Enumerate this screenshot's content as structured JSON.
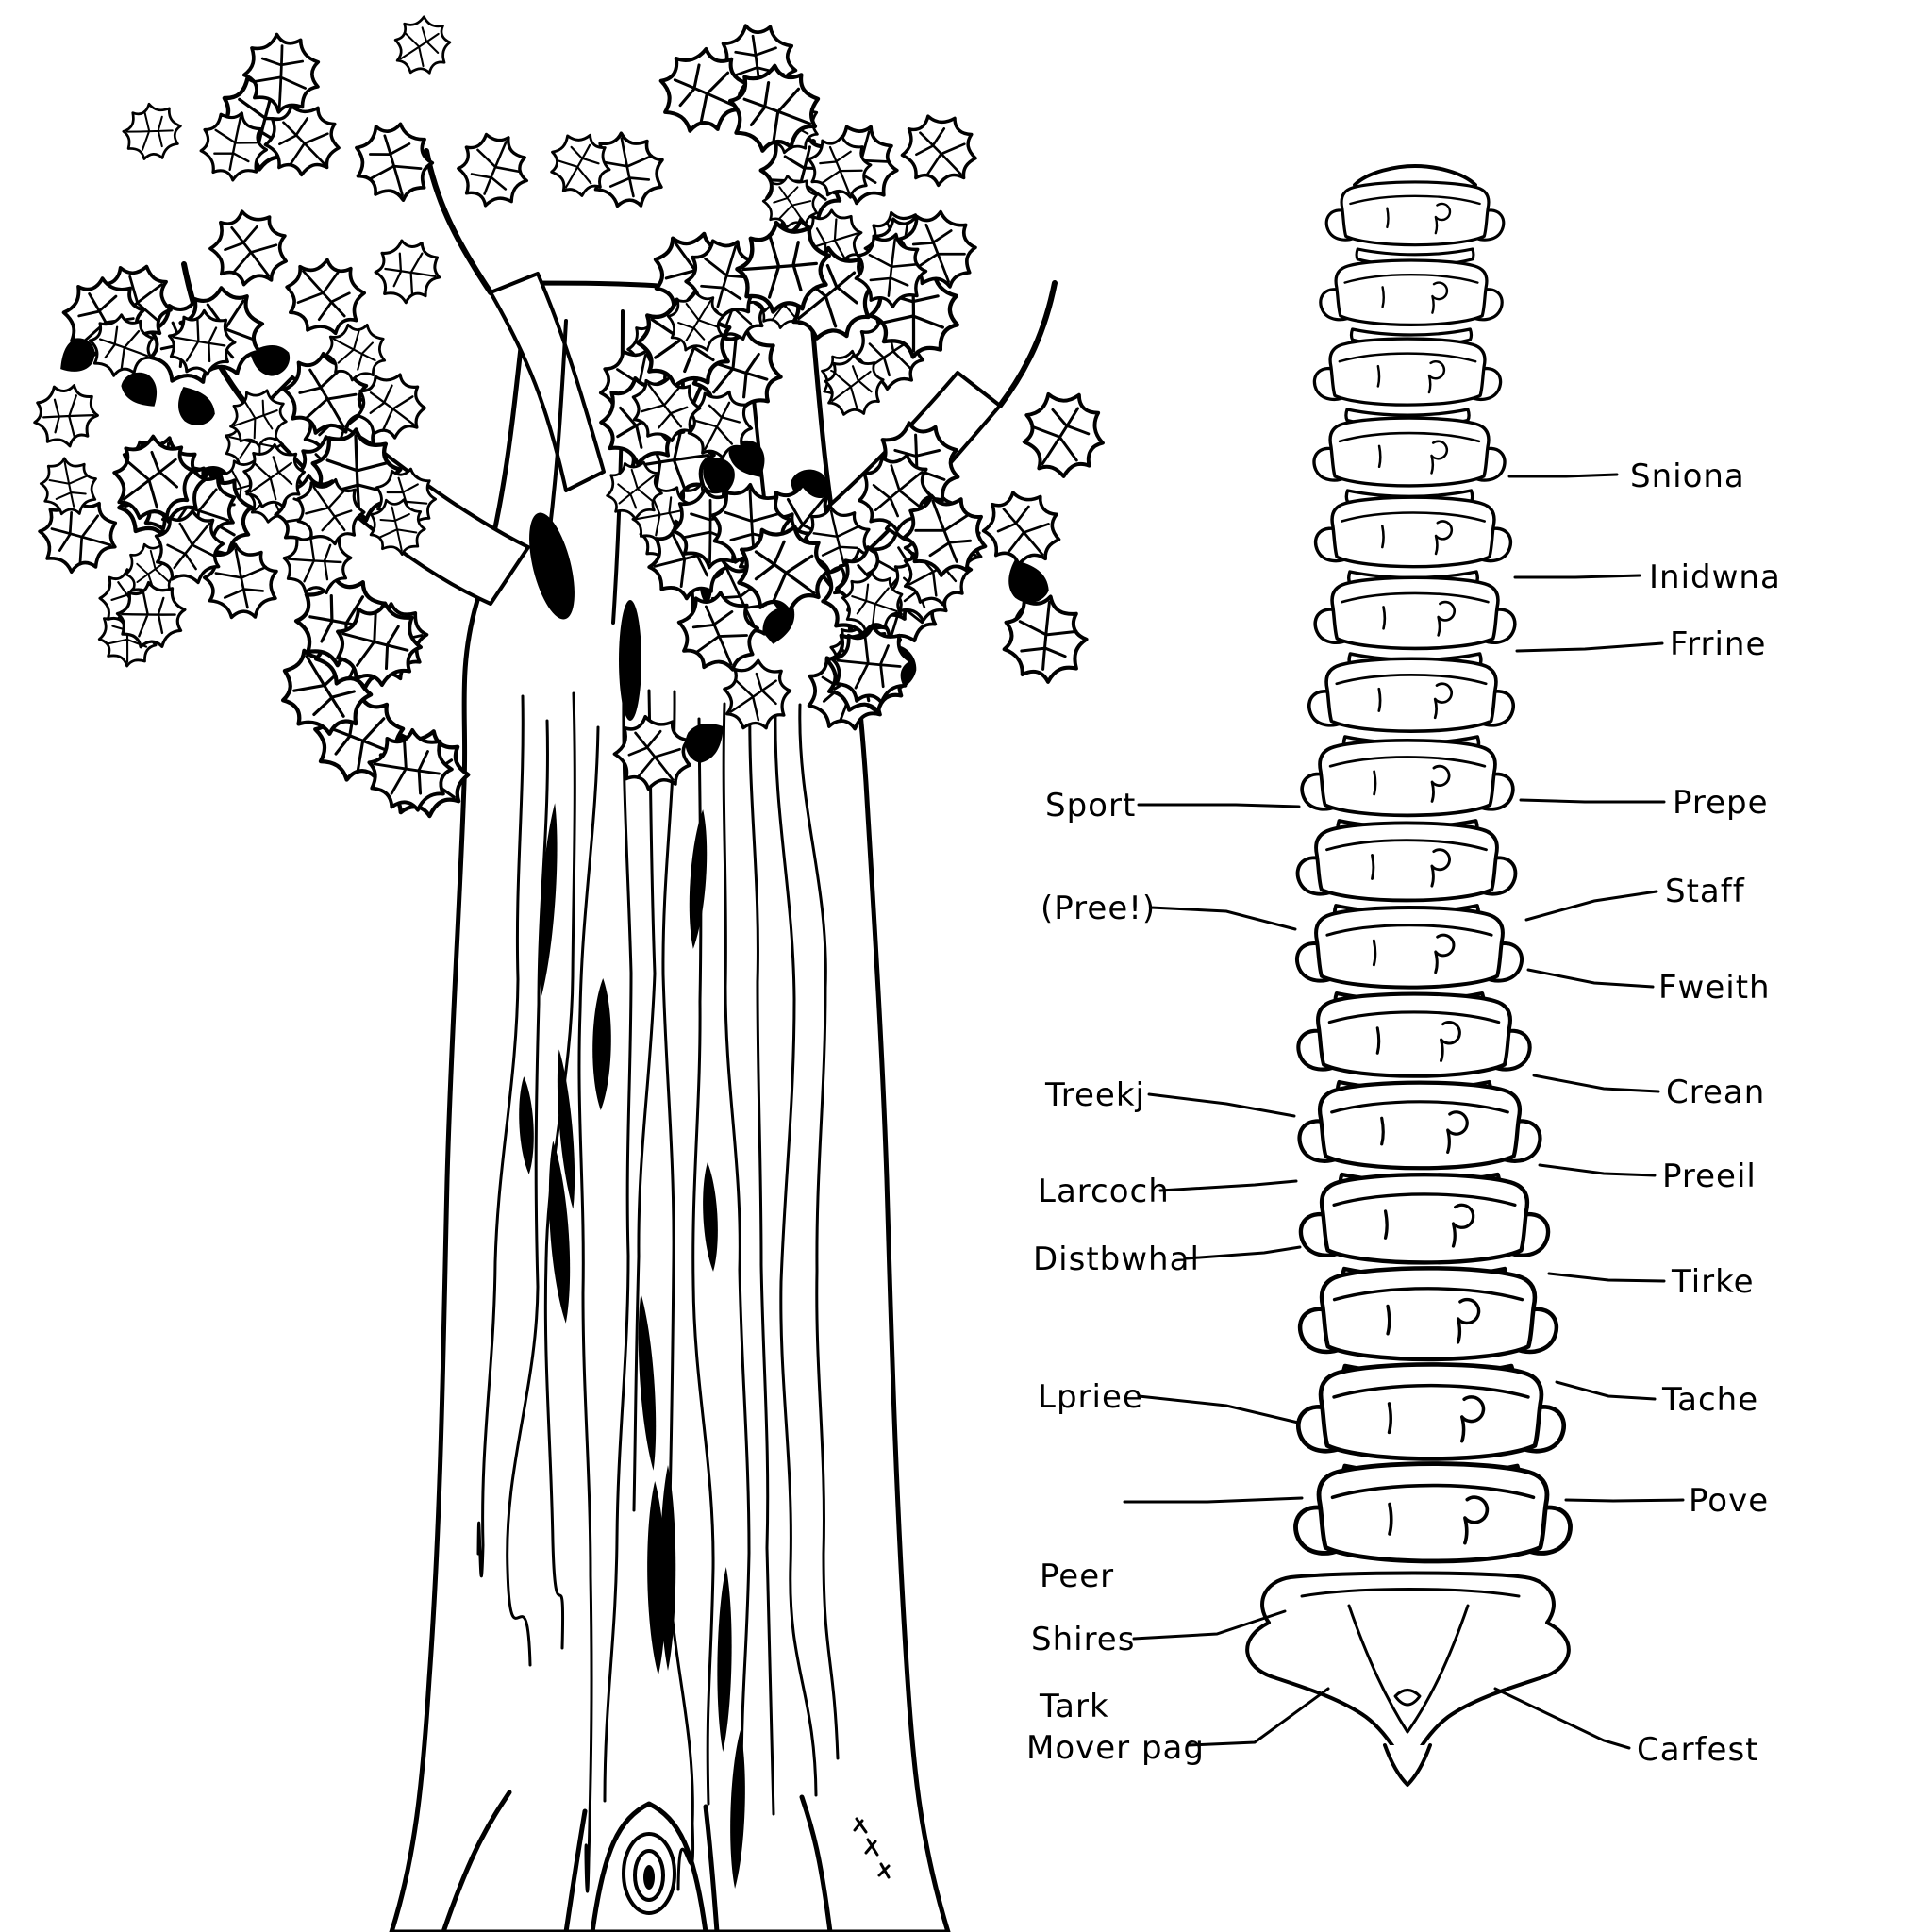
{
  "figure": {
    "description": "Black and white line-art page: large leafy tree on the left, labeled vertebral column diagram on the right",
    "colors": {
      "ink": "#000000",
      "background": "#ffffff"
    }
  },
  "labels": {
    "right": [
      {
        "text": "Sniona"
      },
      {
        "text": "Inidwna"
      },
      {
        "text": "Frrine"
      },
      {
        "text": "Prepe"
      },
      {
        "text": "Staff"
      },
      {
        "text": "Fweith"
      },
      {
        "text": "Crean"
      },
      {
        "text": "Preeil"
      },
      {
        "text": "Tirke"
      },
      {
        "text": "Tache"
      },
      {
        "text": "Pove"
      },
      {
        "text": "Carfest"
      }
    ],
    "left": [
      {
        "text": "Sport"
      },
      {
        "text": "(Pree!)"
      },
      {
        "text": "Treekj"
      },
      {
        "text": "Larcoch"
      },
      {
        "text": "Distbwhal"
      },
      {
        "text": "Lpriee"
      },
      {
        "text": "Peer",
        "text2": "Tark"
      },
      {
        "text": "Shires"
      },
      {
        "text": "Mover pag"
      }
    ]
  }
}
